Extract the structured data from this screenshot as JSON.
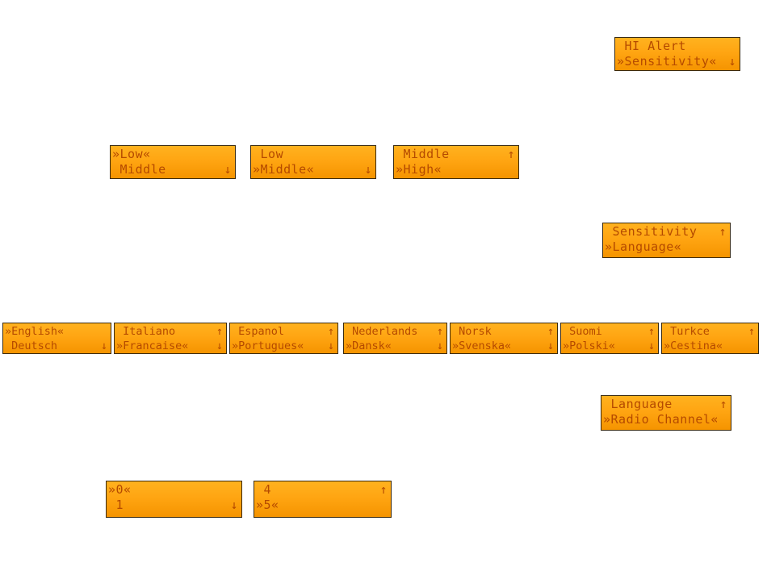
{
  "screens": {
    "hi_alert": {
      "line1": " HI Alert",
      "line2": "»Sensitivity«",
      "arrow2": "↓"
    },
    "sens_low": {
      "line1": "»Low«",
      "line2": " Middle",
      "arrow2": "↓"
    },
    "sens_middle": {
      "line1": " Low",
      "line2": "»Middle«",
      "arrow2": "↓"
    },
    "sens_high": {
      "line1": " Middle",
      "arrow1": "↑",
      "line2": "»High«"
    },
    "sensitivity_menu": {
      "line1": " Sensitivity",
      "arrow1": "↑",
      "line2": "»Language«"
    },
    "lang_1": {
      "line1": "»English«",
      "line2": " Deutsch",
      "arrow2": "↓"
    },
    "lang_2": {
      "line1": " Italiano",
      "arrow1": "↑",
      "line2": "»Francaise«",
      "arrow2": "↓"
    },
    "lang_3": {
      "line1": " Espanol",
      "arrow1": "↑",
      "line2": "»Portugues«",
      "arrow2": "↓"
    },
    "lang_4": {
      "line1": " Nederlands",
      "arrow1": "↑",
      "line2": "»Dansk«",
      "arrow2": "↓"
    },
    "lang_5": {
      "line1": " Norsk",
      "arrow1": "↑",
      "line2": "»Svenska«",
      "arrow2": "↓"
    },
    "lang_6": {
      "line1": " Suomi",
      "arrow1": "↑",
      "line2": "»Polski«",
      "arrow2": "↓"
    },
    "lang_7": {
      "line1": " Turkce",
      "arrow1": "↑",
      "line2": "»Cestina«"
    },
    "language_menu": {
      "line1": " Language",
      "arrow1": "↑",
      "line2": "»Radio Channel«"
    },
    "chan_0": {
      "line1": "»0«",
      "line2": " 1",
      "arrow2": "↓"
    },
    "chan_4": {
      "line1": " 4",
      "arrow1": "↑",
      "line2": "»5«"
    }
  }
}
